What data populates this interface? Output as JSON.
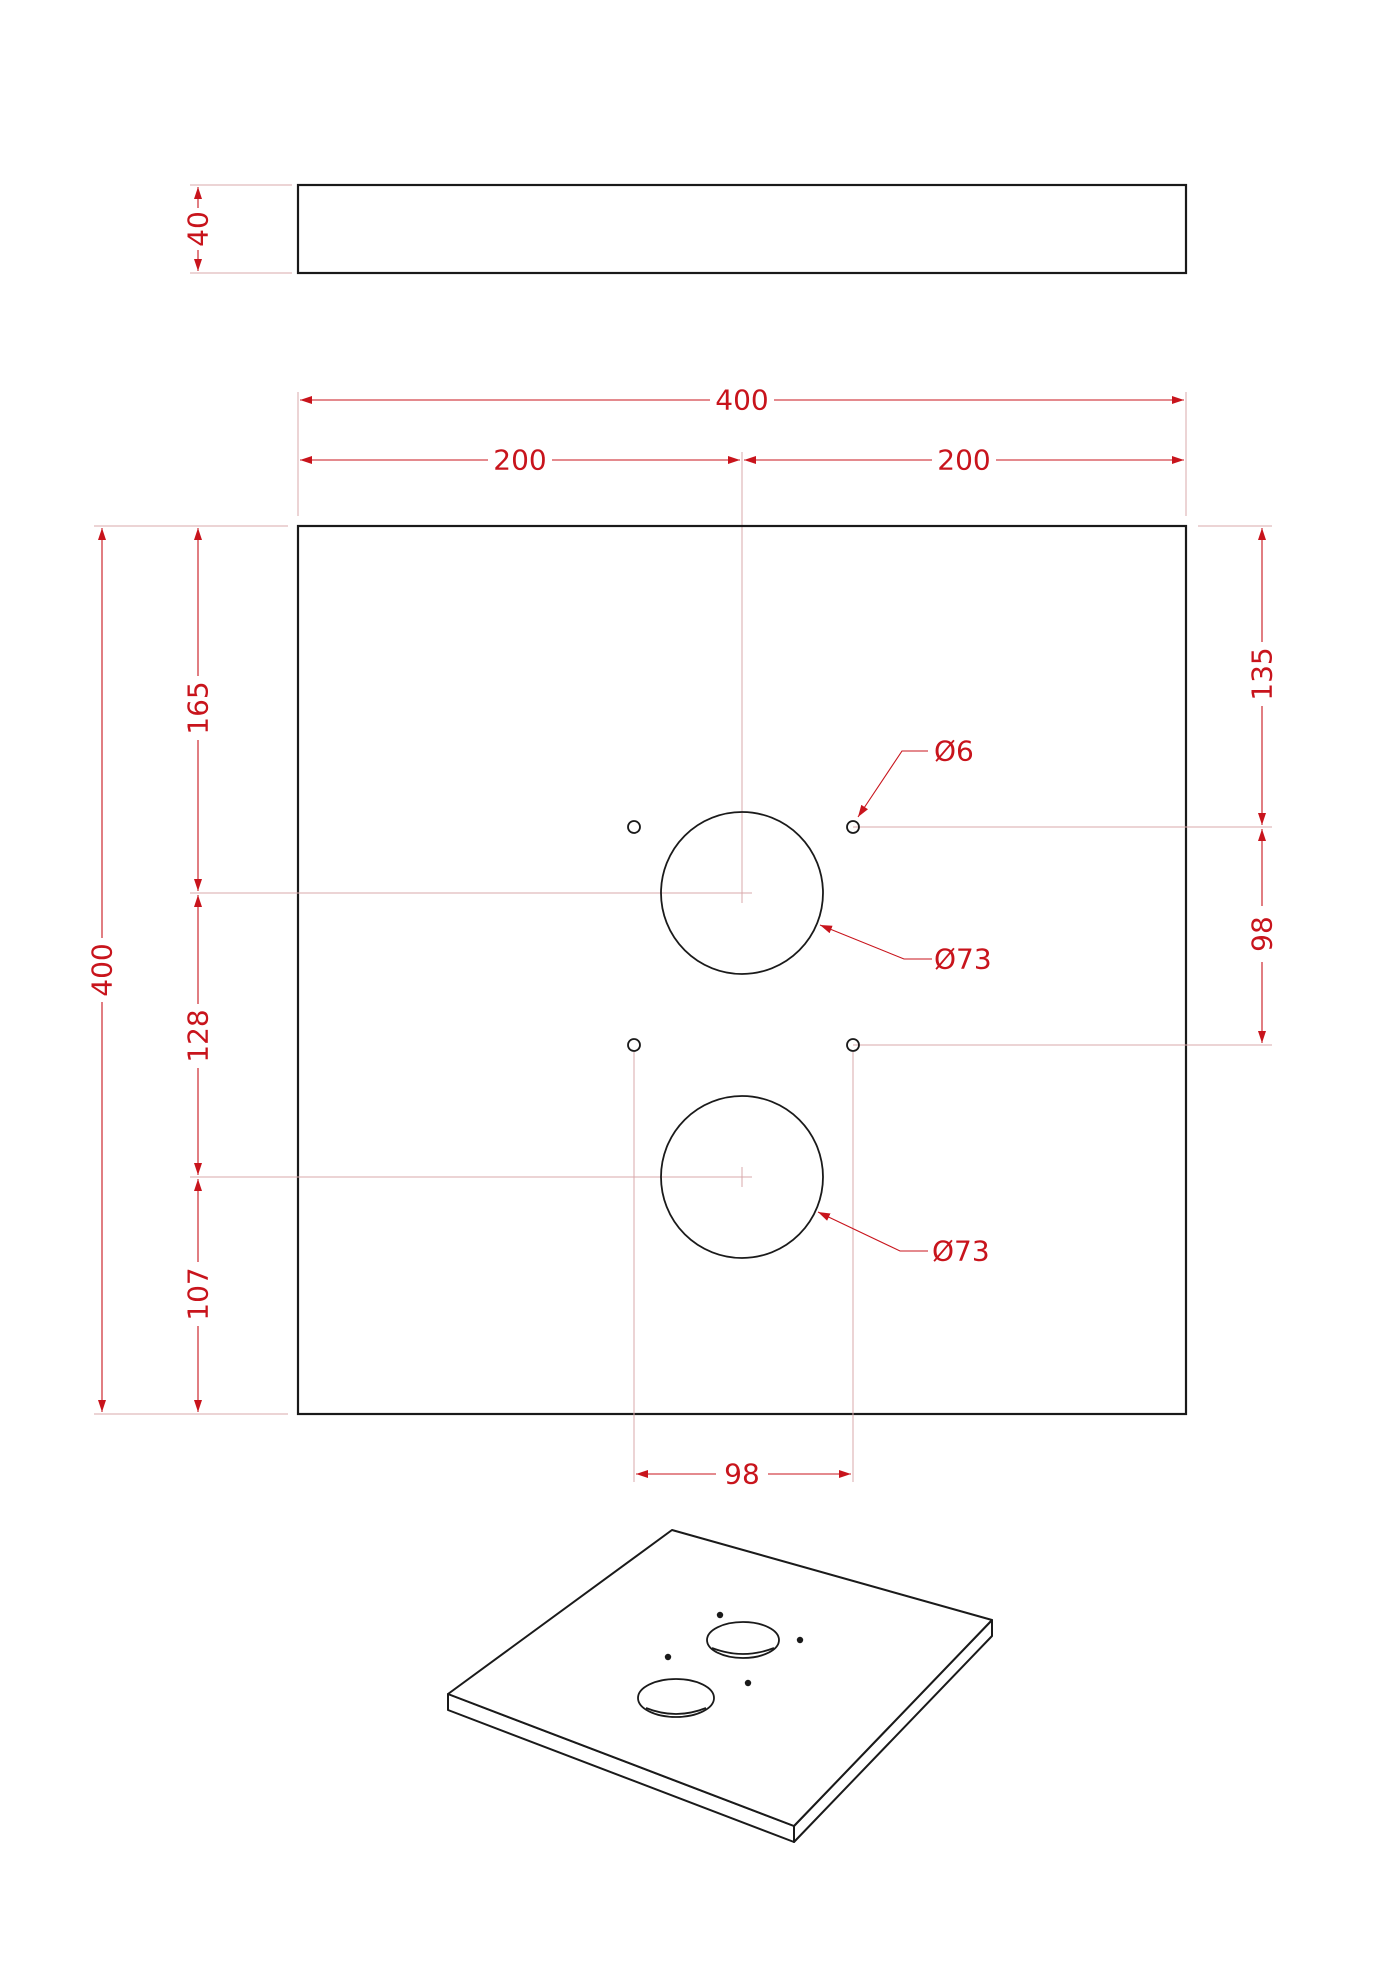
{
  "side_view": {
    "thickness_label": "40"
  },
  "top_view": {
    "width_total": "400",
    "width_left": "200",
    "width_right": "200",
    "height_total": "400",
    "left_segment_top": "165",
    "left_segment_mid": "128",
    "left_segment_bottom": "107",
    "right_segment_top": "135",
    "right_segment_mid": "98",
    "bottom_spacing": "98",
    "small_hole_label": "Ø6",
    "upper_hole_label": "Ø73",
    "lower_hole_label": "Ø73"
  },
  "colors": {
    "dimension": "#c8141c",
    "outline": "#1a1a1a"
  }
}
